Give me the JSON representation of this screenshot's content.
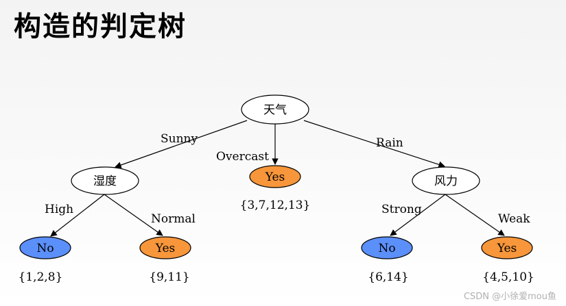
{
  "title": "构造的判定树",
  "colors": {
    "internal_fill": "#ffffff",
    "yes_fill": "#f7963a",
    "no_fill": "#5b8ff9",
    "stroke": "#000000"
  },
  "nodes": {
    "root": "天气",
    "humidity": "湿度",
    "wind": "风力",
    "leaf_overcast": "Yes",
    "leaf_high": "No",
    "leaf_normal": "Yes",
    "leaf_strong": "No",
    "leaf_weak": "Yes"
  },
  "edges": {
    "sunny": "Sunny",
    "overcast": "Overcast",
    "rain": "Rain",
    "high": "High",
    "normal": "Normal",
    "strong": "Strong",
    "weak": "Weak"
  },
  "sets": {
    "overcast": "{3,7,12,13}",
    "high": "{1,2,8}",
    "normal": "{9,11}",
    "strong": "{6,14}",
    "weak": "{4,5,10}"
  },
  "watermark": "CSDN @小徐爱mou鱼"
}
